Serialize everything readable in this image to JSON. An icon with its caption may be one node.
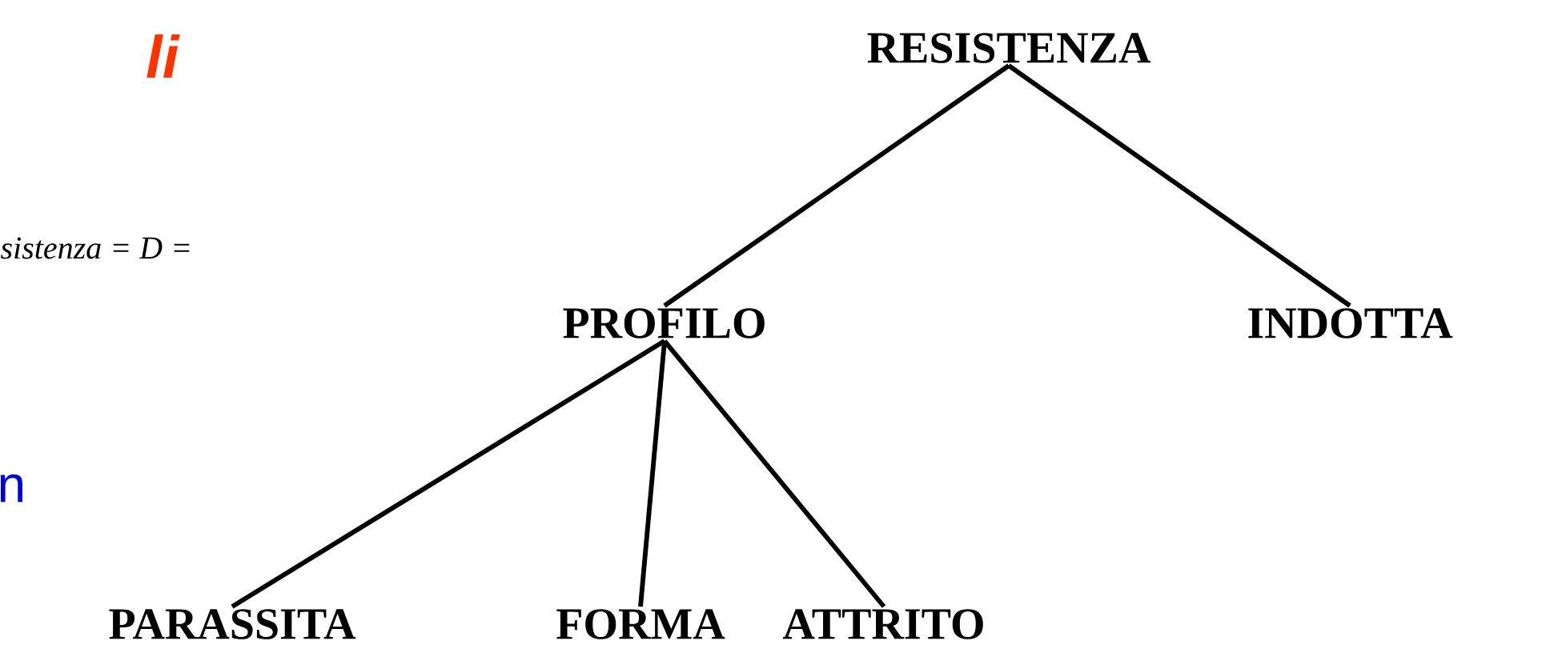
{
  "diagram": {
    "nodes": [
      {
        "text": [
          "RESISTENZA"
        ]
      },
      {
        "text": [
          "PROFILO"
        ]
      },
      {
        "text": [
          "INDOTTA"
        ]
      },
      {
        "text": [
          "PARASSITA"
        ]
      },
      {
        "text": [
          "FORMA"
        ]
      },
      {
        "text": [
          "ATTRITO"
        ]
      }
    ],
    "edges": [
      {
        "from": 0,
        "to": 1,
        "arrow": "none"
      },
      {
        "from": 0,
        "to": 2,
        "arrow": "none"
      },
      {
        "from": 1,
        "to": 3,
        "arrow": "none"
      },
      {
        "from": 1,
        "to": 4,
        "arrow": "none"
      },
      {
        "from": 1,
        "to": 5,
        "arrow": "none"
      }
    ],
    "labels": [
      "li",
      "sistenza = D =",
      "n"
    ]
  }
}
